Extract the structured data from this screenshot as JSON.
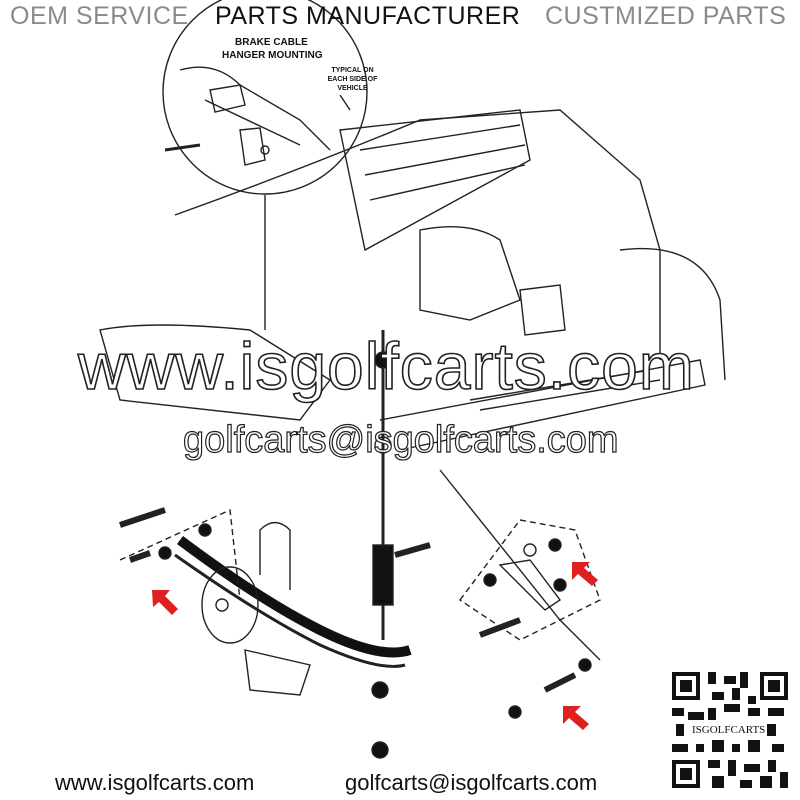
{
  "header": {
    "left": "OEM SERVICE",
    "center": "PARTS MANUFACTURER",
    "right": "CUSTMIZED PARTS"
  },
  "inset": {
    "title_line1": "BRAKE CABLE",
    "title_line2": "HANGER MOUNTING",
    "note": "TYPICAL ON EACH SIDE OF VEHICLE"
  },
  "watermark": {
    "url": "www.isgolfcarts.com",
    "email": "golfcarts@isgolfcarts.com"
  },
  "footer": {
    "url": "www.isgolfcarts.com",
    "email": "golfcarts@isgolfcarts.com"
  },
  "qr": {
    "label": "ISGOLFCARTS"
  },
  "colors": {
    "arrow": "#e02020",
    "header_gray": "#8a8a8a"
  }
}
